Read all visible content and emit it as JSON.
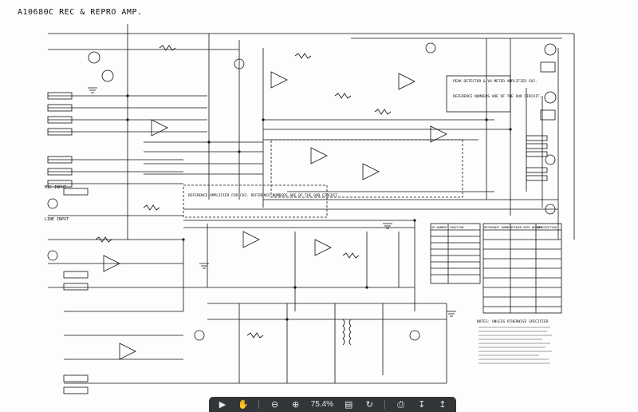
{
  "document": {
    "title": "A10680C REC & REPRO AMP."
  },
  "schematic_labels": {
    "block_power_detector": "PEAK DETECTOR & VU METER AMPLIFIER CH2.",
    "block_reference_numbers": "REFERENCE NUMBERS ARE OF THE OUR CIRCUIT.",
    "block_reference_amp": "REFERENCE AMPLIFIER FOR CH2. REFERENCE NUMBERS ARE OF THE OUR CIRCUIT.",
    "line_input": "LINE INPUT",
    "mic_input": "MIC INPUT",
    "notes_title": "NOTES: UNLESS OTHERWISE SPECIFIED",
    "table_ref_col": "REFERENCE NUMBER",
    "table_part_col": "STUDER PART NUMBER",
    "table_desc_col": "DESCRIPTION",
    "table2_number_col": "SR NUMBER",
    "table2_function_col": "FUNCTION"
  },
  "toolbar": {
    "zoom_value": "75.4%",
    "icons": [
      "pointer-icon",
      "hand-icon",
      "zoom-out-icon",
      "zoom-in-icon",
      "fit-page-icon",
      "rotate-icon",
      "print-icon",
      "download-icon",
      "share-icon"
    ]
  },
  "colors": {
    "ink": "#111111",
    "paper": "#fdfdfd",
    "toolbar_bg": "#323639"
  }
}
